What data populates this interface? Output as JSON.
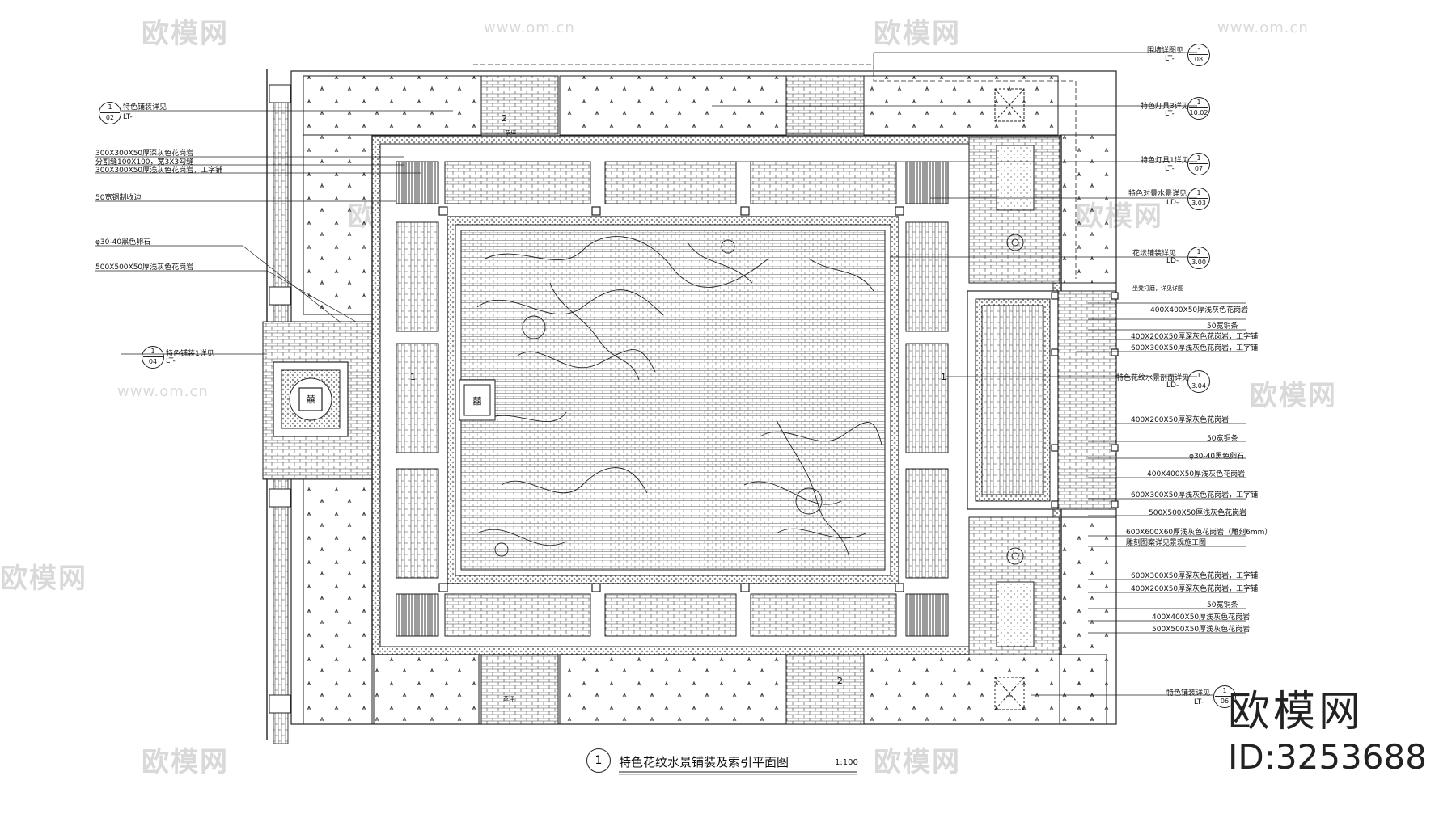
{
  "drawing": {
    "title": "特色花纹水景铺装及索引平面图",
    "title_index": "1",
    "scale": "1:100"
  },
  "brand": {
    "name": "欧模网",
    "id": "ID:3253688",
    "url": "www.om.cn"
  },
  "left_annotations": [
    "300X300X50厚深灰色花岗岩",
    "分割缝100X100，宽3X3勾缝",
    "300X300X50厚浅灰色花岗岩，工字铺",
    "50宽铜制收边",
    "φ30-40黑色卵石",
    "500X500X50厚浅灰色花岗岩"
  ],
  "right_annotations": [
    "400X400X50厚浅灰色花岗岩",
    "50宽铜条",
    "400X200X50厚深灰色花岗岩，工字铺",
    "600X300X50厚浅灰色花岗岩，工字铺",
    "400X200X50厚深灰色花岗岩",
    "50宽铜条",
    "φ30-40黑色卵石",
    "400X400X50厚浅灰色花岗岩",
    "600X300X50厚浅灰色花岗岩，工字铺",
    "500X500X50厚浅灰色花岗岩",
    "600X600X60厚浅灰色花岗岩（雕刻6mm）",
    "雕刻图案详见景观施工图",
    "600X300X50厚深灰色花岗岩，工字铺",
    "400X200X50厚深灰色花岗岩，工字铺",
    "50宽铜条",
    "400X400X50厚浅灰色花岗岩",
    "500X500X50厚浅灰色花岗岩"
  ],
  "index_symbols": [
    {
      "label": "特色铺装详见",
      "num": "1",
      "sheet": "02",
      "ref": "LT-"
    },
    {
      "label": "特色铺装1详见",
      "num": "1",
      "sheet": "04",
      "ref": "LT-"
    },
    {
      "label": "围墙详图见",
      "num": "-",
      "sheet": "08",
      "ref": "LT-"
    },
    {
      "label": "特色灯具3详见",
      "num": "1",
      "sheet": "10.02",
      "ref": "LT-"
    },
    {
      "label": "特色灯具1详见",
      "num": "1",
      "sheet": "07",
      "ref": "LT-"
    },
    {
      "label": "特色对景水景详见",
      "num": "1",
      "sheet": "3.03",
      "ref": "LD-"
    },
    {
      "label": "花坛铺装详见",
      "num": "1",
      "sheet": "3.00",
      "ref": "LD-"
    },
    {
      "label": "特色花纹水景剖面详见",
      "num": "1",
      "sheet": "3.04",
      "ref": "LD-"
    },
    {
      "label": "特色铺装详见",
      "num": "1",
      "sheet": "06",
      "ref": "LT-"
    }
  ],
  "misc_labels": {
    "stairs_note": "坐凳打磨，详见详图",
    "grass": "草坪",
    "marker_1": "1",
    "marker_2": "2"
  }
}
